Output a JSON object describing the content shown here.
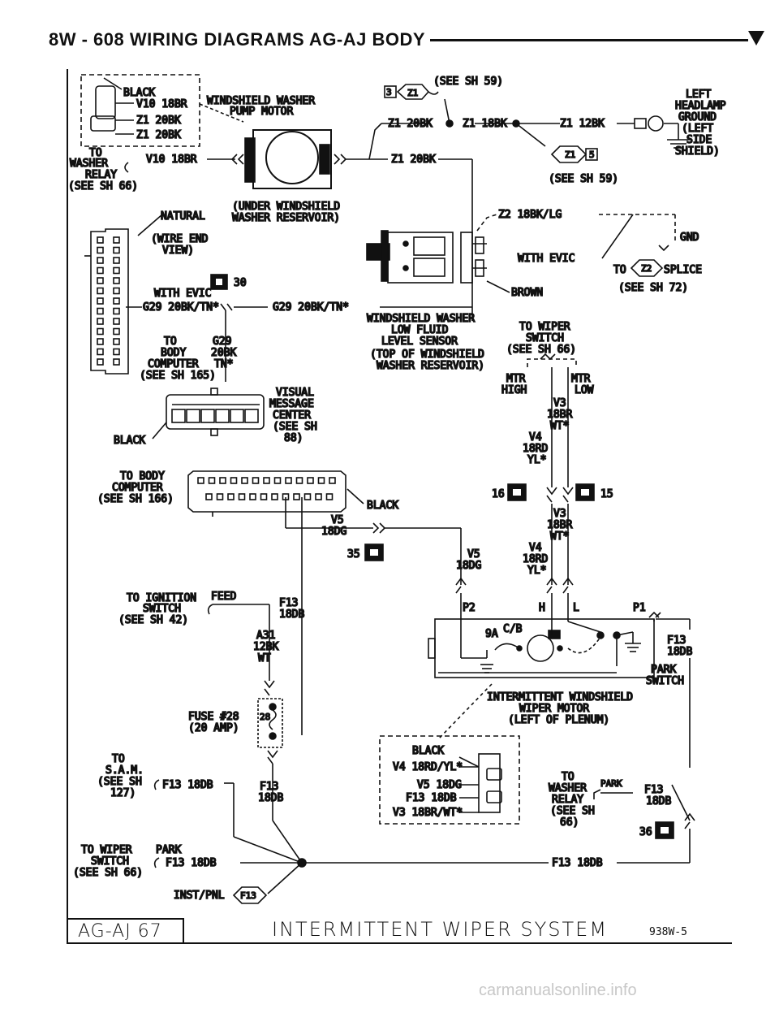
{
  "header": {
    "title": "8W - 608 WIRING DIAGRAMS AG-AJ BODY"
  },
  "labels": {
    "washer_relay_box": [
      "BLACK",
      "V10 18BR",
      "Z1 20BK",
      "Z1 20BK"
    ],
    "to_washer_relay": [
      "TO",
      "WASHER",
      "RELAY",
      "(SEE SH 66)"
    ],
    "relay_wire": "V10 18BR",
    "pump_motor": [
      "WINDSHIELD WASHER",
      "PUMP MOTOR"
    ],
    "under_reservoir": [
      "(UNDER WINDSHIELD",
      "WASHER RESERVOIR)"
    ],
    "see_sh_59_top": "(SEE SH 59)",
    "z1_top": [
      "Z1 20BK",
      "Z1 18BK",
      "Z1 12BK"
    ],
    "z1_20bk_2": "Z1 20BK",
    "z1_circle": "Z1",
    "z1_circle_n": "3",
    "z1_sq": "5",
    "see_sh_59_b": "(SEE SH 59)",
    "headlamp": [
      "LEFT",
      "HEADLAMP",
      "GROUND",
      "(LEFT",
      "SIDE",
      "SHIELD)"
    ],
    "natural": [
      "NATURAL",
      "(WIRE END",
      "VIEW)"
    ],
    "conn_30": "30",
    "with_evic_1": "WITH EVIC",
    "g29_wires": [
      "G29 20BK/TN*",
      "G29 20BK/TN*"
    ],
    "to_body_computer_1": [
      "TO",
      "BODY",
      "COMPUTER",
      "(SEE SH 165)"
    ],
    "g29_drop": [
      "G29",
      "20BK",
      "TN*"
    ],
    "visual_msg": [
      "VISUAL",
      "MESSAGE",
      "CENTER",
      "(SEE SH",
      "88)"
    ],
    "black_1": "BLACK",
    "z2_wire": "Z2 18BK/LG",
    "gnd": "GND",
    "with_evic_2": "WITH EVIC",
    "z2_splice": [
      "TO",
      "Z2",
      "SPLICE",
      "(SEE SH 72)"
    ],
    "brown": "BROWN",
    "low_fluid": [
      "WINDSHIELD WASHER",
      "LOW FLUID",
      "LEVEL SENSOR",
      "(TOP OF WINDSHIELD",
      "WASHER RESERVOIR)"
    ],
    "to_wiper_switch": [
      "TO WIPER",
      "SWITCH",
      "(SEE SH 66)"
    ],
    "mtr": [
      "MTR",
      "HIGH",
      "MTR",
      "LOW"
    ],
    "v3_v4_top": [
      "V3",
      "18BR",
      "WT*",
      "V4",
      "18RD",
      "YL*"
    ],
    "conn_16": "16",
    "conn_15": "15",
    "v3_v4_bot": [
      "V3",
      "18BR",
      "WT*",
      "V4",
      "18RD",
      "YL*"
    ],
    "to_body_computer_2": [
      "TO BODY",
      "COMPUTER",
      "(SEE SH 166)"
    ],
    "black_2": "BLACK",
    "v5_a": [
      "V5",
      "18DG"
    ],
    "conn_35": "35",
    "v5_b": [
      "V5",
      "18DG"
    ],
    "ignition": [
      "TO IGNITION",
      "FEED",
      "SWITCH",
      "(SEE SH 42)"
    ],
    "f13_a": [
      "F13",
      "18DB"
    ],
    "a31": [
      "A31",
      "12BK",
      "WT"
    ],
    "motor_pins": [
      "P2",
      "H",
      "L",
      "P1",
      "9A",
      "C/B"
    ],
    "f13_b": [
      "F13",
      "18DB"
    ],
    "park_switch": [
      "PARK",
      "SWITCH"
    ],
    "wiper_motor": [
      "INTERMITTENT WINDSHIELD",
      "WIPER MOTOR",
      "(LEFT OF PLENUM)"
    ],
    "fuse": [
      "FUSE #28",
      "(20 AMP)",
      "28"
    ],
    "to_sam": [
      "TO",
      "S.A.M.",
      "(SEE SH",
      "127)",
      "F13 18DB"
    ],
    "f13_c": [
      "F13",
      "18DB"
    ],
    "motor_conn": [
      "BLACK",
      "V4 18RD/YL*",
      "V5 18DG",
      "F13 18DB",
      "V3 18BR/WT*"
    ],
    "to_washer_relay_2": [
      "TO",
      "WASHER",
      "PARK",
      "RELAY",
      "(SEE SH",
      "66)",
      "F13",
      "18DB"
    ],
    "conn_36": "36",
    "to_wiper_park": [
      "TO WIPER",
      "PARK",
      "SWITCH",
      "(SEE SH 66)",
      "F13 18DB"
    ],
    "f13_bottom": "F13 18DB",
    "inst_pnl": [
      "INST/PNL",
      "F13"
    ]
  },
  "footer": {
    "left_box": "AG-AJ 67",
    "title": "INTERMITTENT WIPER SYSTEM",
    "code": "938W-5"
  },
  "watermark": "carmanualsonline.info"
}
